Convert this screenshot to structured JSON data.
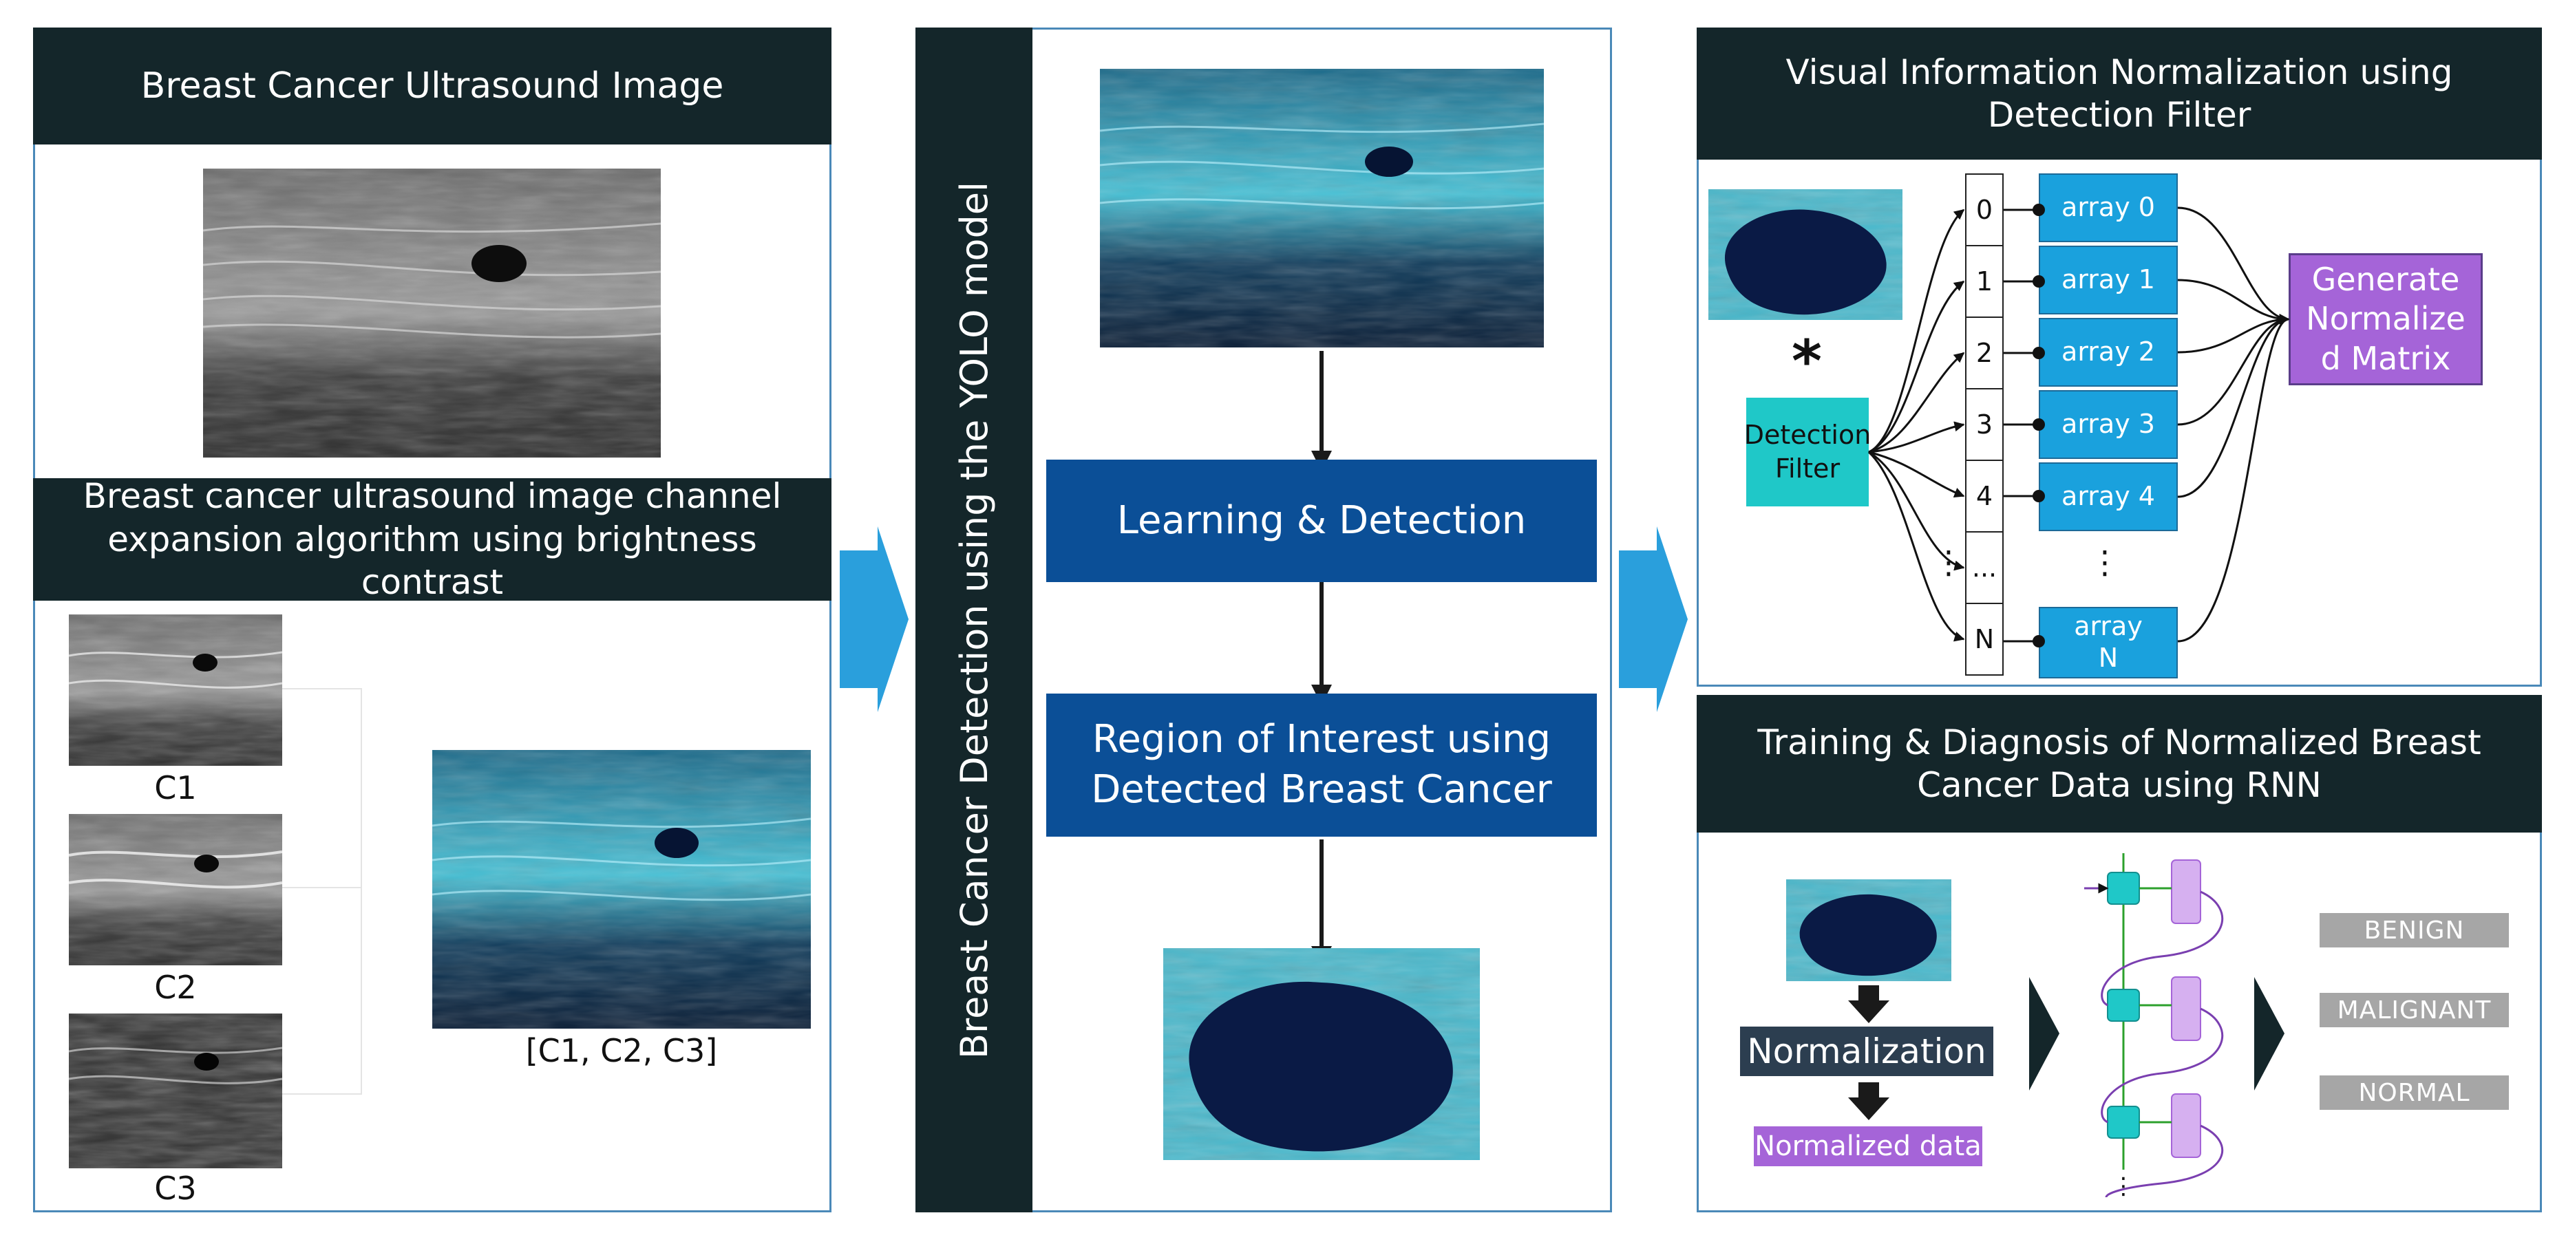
{
  "left_panel": {
    "title": "Breast Cancer Ultrasound Image",
    "subtitle": "Breast cancer ultrasound image channel expansion algorithm using brightness contrast",
    "channel_labels": [
      "C1",
      "C2",
      "C3"
    ],
    "merged_label": "[C1, C2, C3]"
  },
  "middle_panel": {
    "vertical_title": "Breast Cancer Detection using the YOLO model",
    "step1": "Learning & Detection",
    "step2": "Region of Interest using Detected Breast Cancer"
  },
  "right_top": {
    "title": "Visual Information Normalization using Detection Filter",
    "operator": "*",
    "filter_label": "Detection Filter",
    "indices": [
      "0",
      "1",
      "2",
      "3",
      "4",
      "...",
      "N"
    ],
    "vertical_ellipsis": "⋮",
    "arrays": [
      "array 0",
      "array 1",
      "array 2",
      "array 3",
      "array 4",
      "array N"
    ],
    "output_label": "Generate Normalize d Matrix"
  },
  "right_bottom": {
    "title": "Training & Diagnosis of Normalized Breast Cancer Data using RNN",
    "normalization_label": "Normalization",
    "normalized_data_label": "Normalized data",
    "classes": [
      "BENIGN",
      "MALIGNANT",
      "NORMAL"
    ]
  },
  "colors": {
    "dark_header": "#14262a",
    "panel_border": "#4a89b8",
    "process_blue": "#0b4f97",
    "array_blue": "#1aa1dd",
    "filter_teal": "#1fc8c8",
    "output_purple": "#a564d8",
    "class_gray": "#a6a6a6",
    "flow_arrow": "#2a9fdc"
  }
}
